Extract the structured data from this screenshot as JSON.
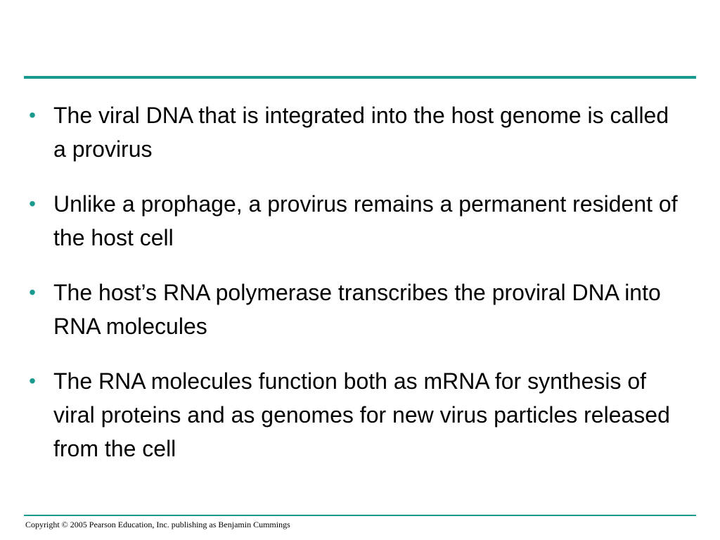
{
  "slide": {
    "accent_color": "#1a9a8e",
    "bullet_icon": "bullet-dot",
    "bullets": [
      "The viral DNA that is integrated into the host genome is called a provirus",
      "Unlike a prophage, a provirus remains a permanent resident of the host cell",
      "The host’s RNA polymerase transcribes the proviral DNA into RNA molecules",
      "The RNA molecules function both as mRNA for synthesis of viral proteins and as genomes for new virus particles released from the cell"
    ],
    "footer": "Copyright © 2005 Pearson Education, Inc. publishing as Benjamin Cummings"
  }
}
